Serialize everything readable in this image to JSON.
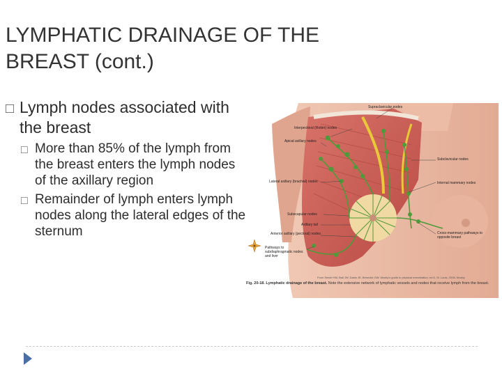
{
  "slide": {
    "title": "LYMPHATIC DRAINAGE OF THE BREAST (cont.)",
    "bullet": "Lymph nodes associated with the breast",
    "sub_bullets": [
      "More than 85% of the lymph from the breast enters the lymph nodes of the axillary region",
      "Remainder of lymph enters lymph nodes along the lateral edges of the sternum"
    ],
    "bullet_glyph": "□"
  },
  "figure": {
    "labels": {
      "supraclavicular": "Supraclavicular nodes",
      "interpectoral": "Interpectoral (Rotter) nodes",
      "apical": "Apical axillary nodes",
      "lateral": "Lateral axillary (brachial) nodes",
      "subscapular": "Subscapular nodes",
      "axillary_tail": "Axillary tail",
      "anterior": "Anterior axillary (pectoral) nodes",
      "subdiaphragmatic": "Pathways to subdiaphragmatic nodes and liver",
      "subclavicular": "Subclavicular nodes",
      "internal_mammary": "Internal mammary nodes",
      "cross_mammary": "Cross-mammary pathways to opposite breast"
    },
    "credit": "From Seidel HM, Ball JW, Dains JE, Benedict GW: Mosby's guide to physical examination, ed 6, St. Louis, 2006, Mosby.",
    "caption_bold": "Fig. 20-18. Lymphatic drainage of the breast.",
    "caption_rest": " Note the extensive network of lymphatic vessels and nodes that receive lymph from the breast."
  },
  "colors": {
    "skin": "#e8b9a4",
    "skin_light": "#f2cbb8",
    "muscle": "#c9574f",
    "lymph_green": "#4f9a3a",
    "vessel_yellow": "#e9c83a",
    "nav_arrow": "#4a6ea8"
  },
  "icons": {
    "nav": "play-triangle-icon",
    "compass": "compass-rose-icon"
  }
}
